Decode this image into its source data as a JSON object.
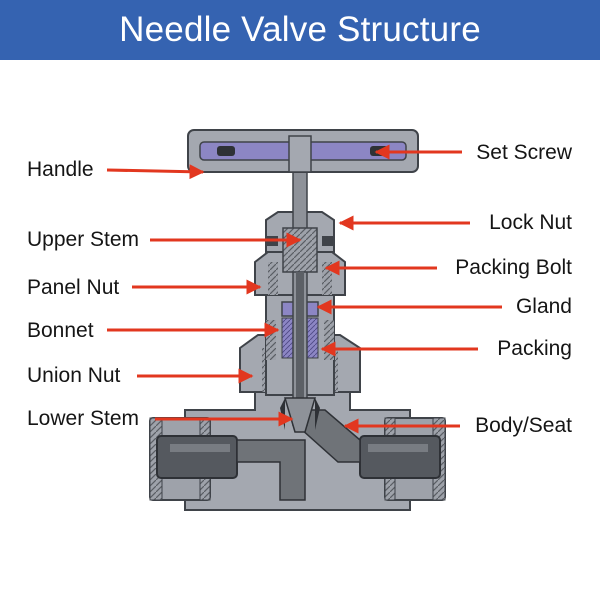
{
  "title": "Needle Valve Structure",
  "colors": {
    "header_bg": "#3563b1",
    "arrow": "#e2371f",
    "metal": "#a4a8b0",
    "metal_dark": "#3f4349",
    "bore": "#6f7378",
    "packing": "#8c86c4",
    "background": "#ffffff"
  },
  "labels": {
    "left": [
      "Handle",
      "Upper Stem",
      "Panel Nut",
      "Bonnet",
      "Union Nut",
      "Lower Stem"
    ],
    "right": [
      "Set Screw",
      "Lock Nut",
      "Packing Bolt",
      "Gland",
      "Packing",
      "Body/Seat"
    ]
  }
}
